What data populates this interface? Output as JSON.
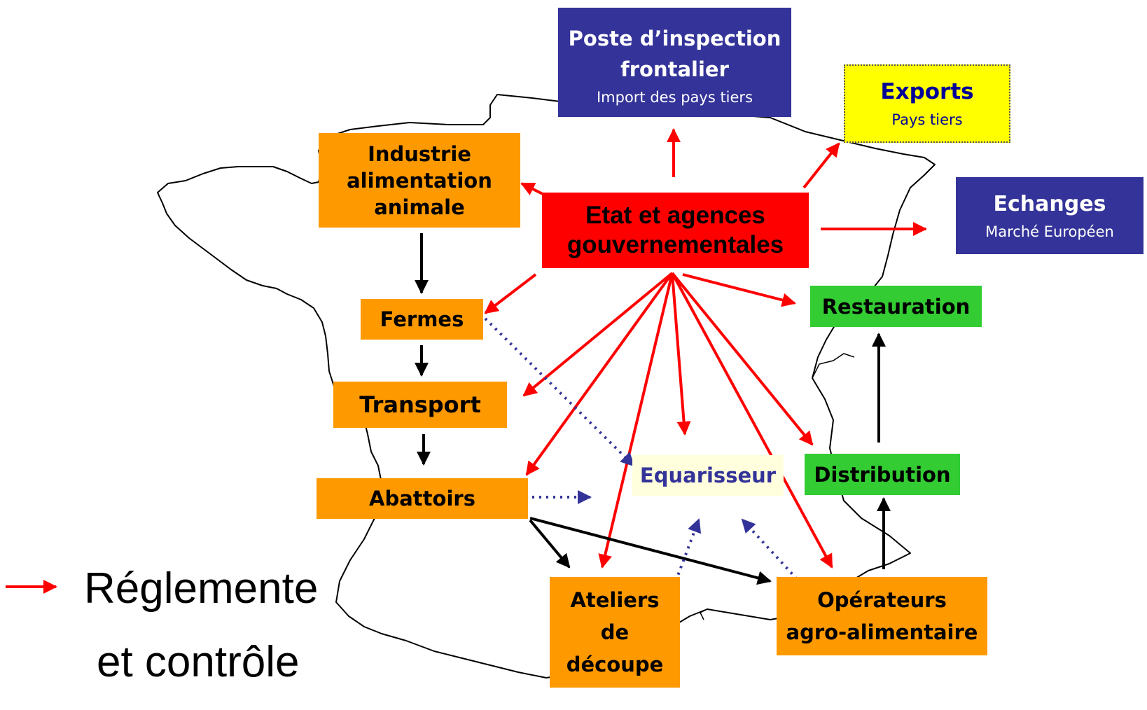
{
  "diagram": {
    "state": "Etat et agences gouvernementales",
    "state_line1": "Etat et agences",
    "state_line2": "gouvernementales",
    "border_post": {
      "title_line1": "Poste d’inspection",
      "title_line2": "frontalier",
      "subtitle": "Import des pays tiers"
    },
    "exports": {
      "title": "Exports",
      "subtitle": "Pays tiers"
    },
    "exchanges": {
      "title": "Echanges",
      "subtitle": "Marché Européen"
    },
    "feed_industry": {
      "line1": "Industrie",
      "line2": "alimentation",
      "line3": "animale"
    },
    "farms": "Fermes",
    "transport": "Transport",
    "slaughterhouses": "Abattoirs",
    "renderer": "Equarisseur",
    "cutting_workshops": {
      "line1": "Ateliers",
      "line2": "de",
      "line3": "découpe"
    },
    "agrifood_operators": {
      "line1": "Opérateurs",
      "line2": "agro-alimentaire"
    },
    "distribution": "Distribution",
    "restaurant": "Restauration"
  },
  "legend": {
    "line1": "Réglemente",
    "line2": "et contrôle"
  },
  "colors": {
    "regulation_arrow": "#ff0000",
    "flow_arrow": "#000000",
    "byproduct_arrow": "#333399",
    "state_box": "#ff0000",
    "operator_box": "#ff9900",
    "retail_box": "#33cc33",
    "trade_box": "#333399",
    "exports_box": "#ffff00",
    "renderer_box": "#ffffdd"
  },
  "icons": [
    "france-map-outline"
  ]
}
